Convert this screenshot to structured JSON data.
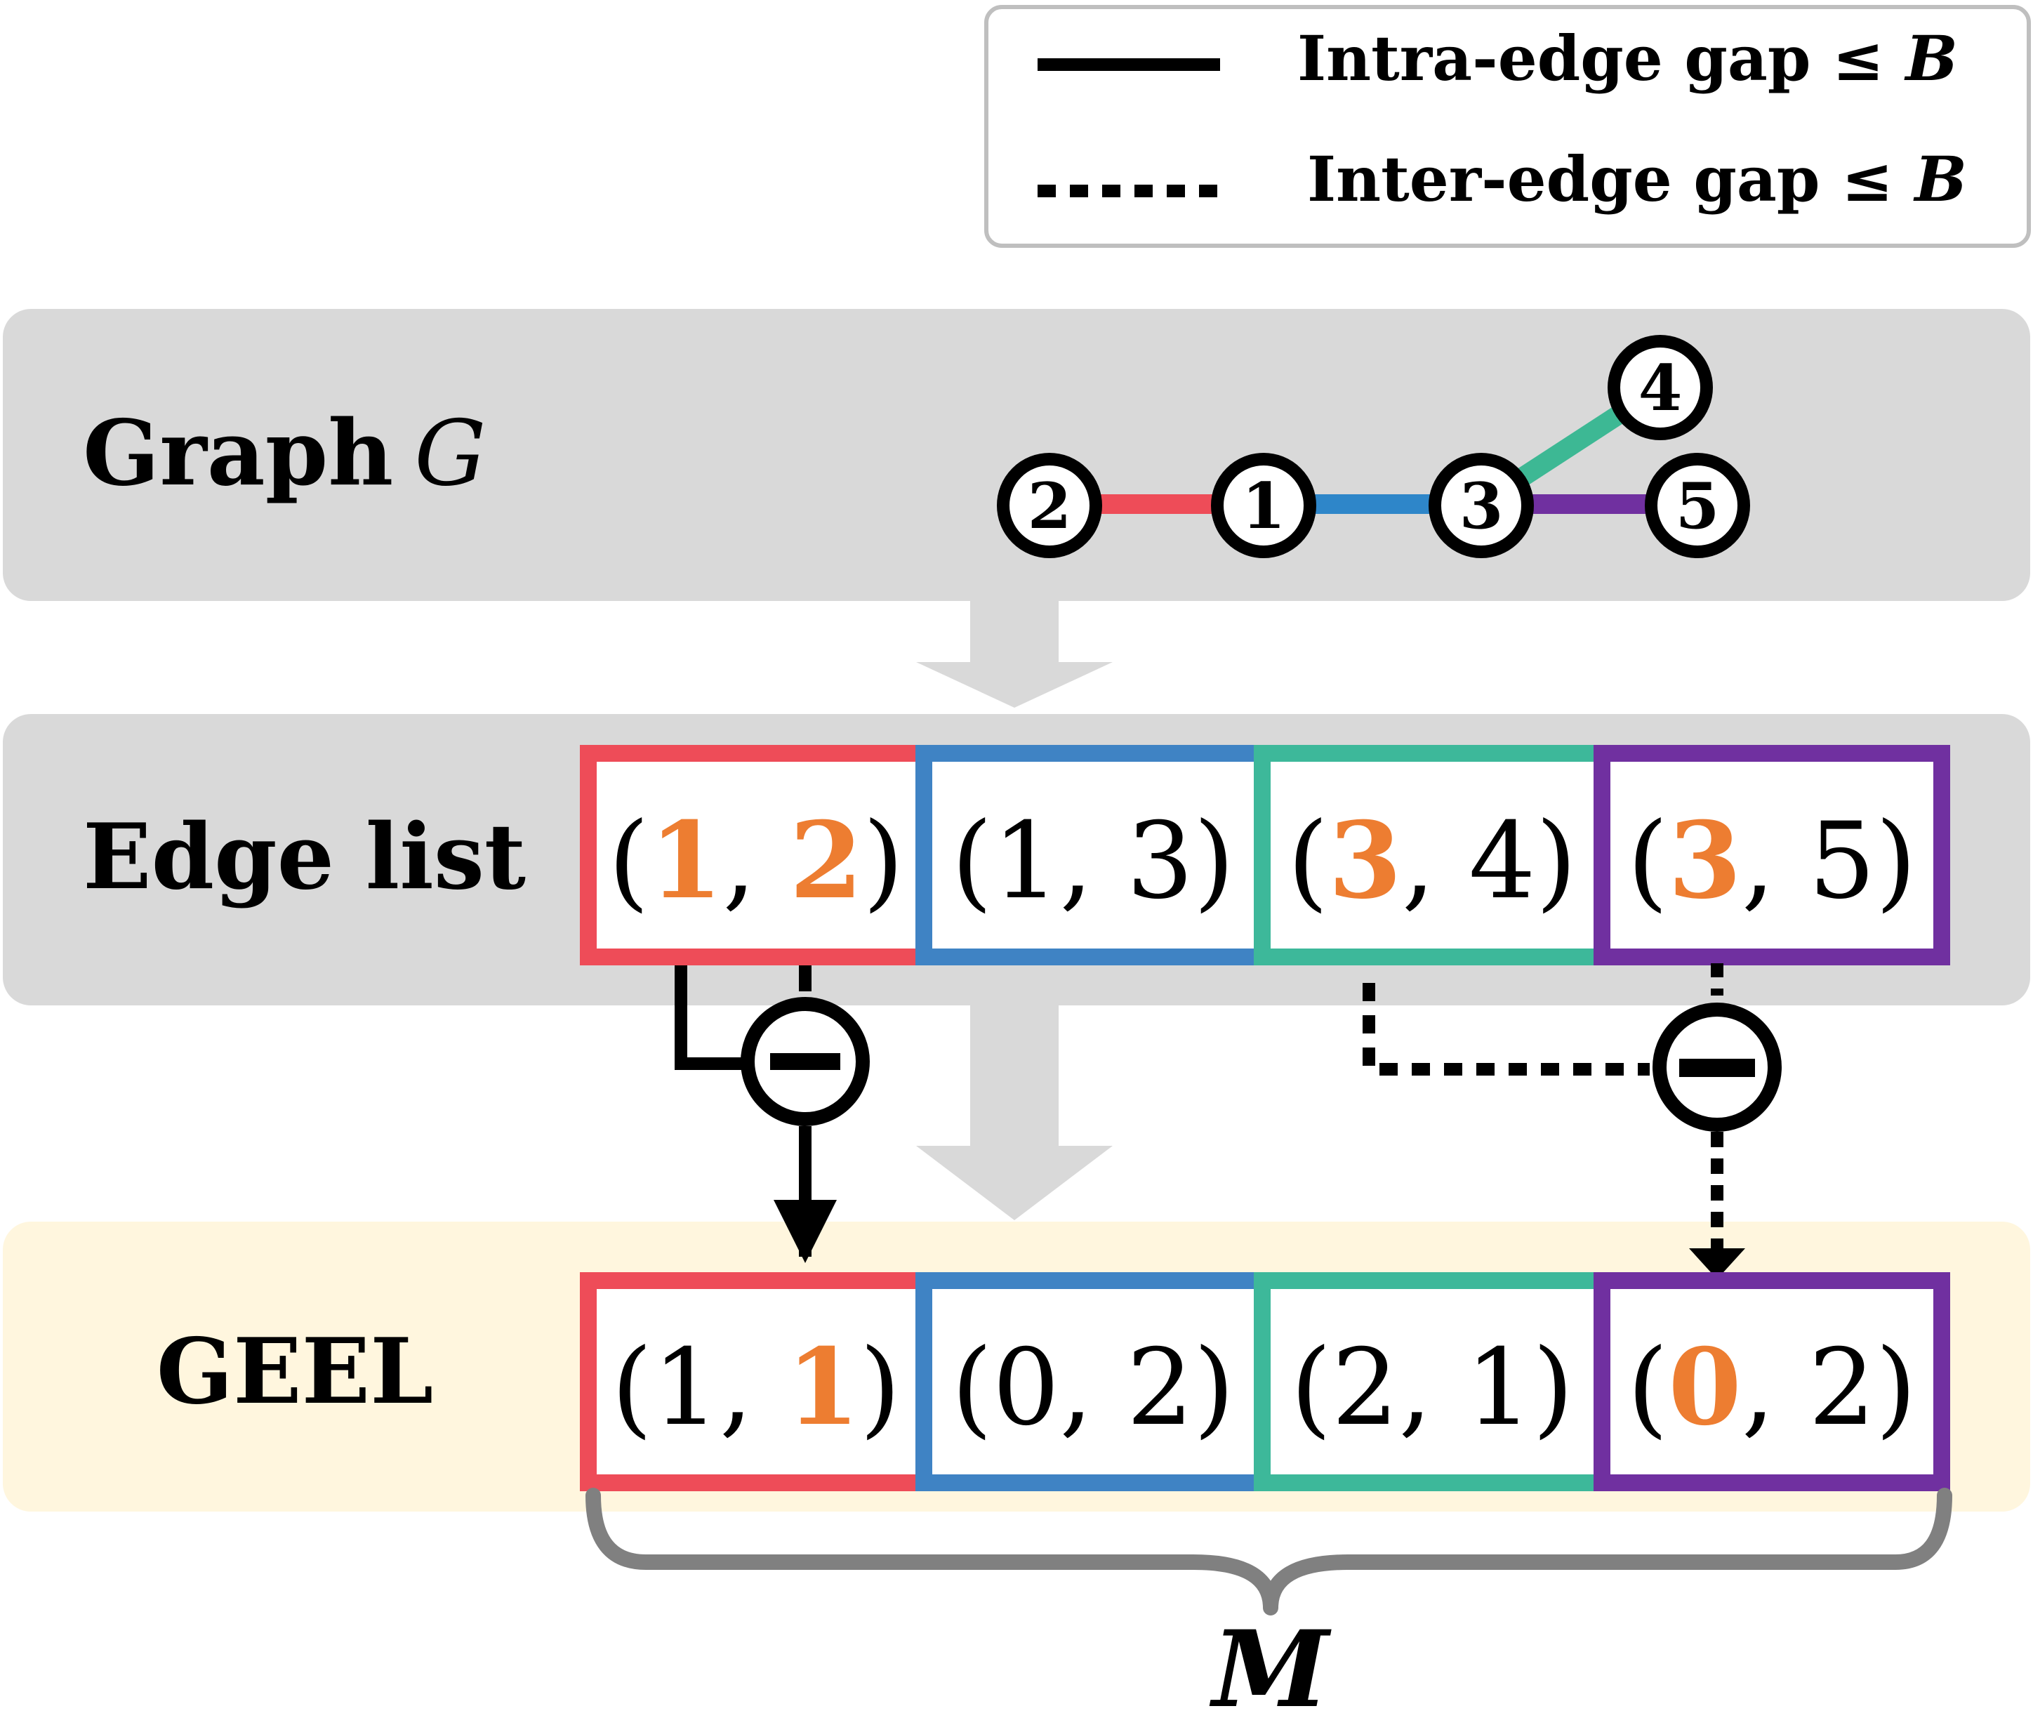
{
  "legend": {
    "intra_label": "Intra-edge gap ≤ ",
    "inter_label": "Inter-edge gap ≤ ",
    "bound_symbol": "B"
  },
  "graph": {
    "title_word": "Graph",
    "title_symbol": "G",
    "nodes": [
      "2",
      "1",
      "3",
      "4",
      "5"
    ],
    "edges": [
      {
        "from": "2",
        "to": "1",
        "color": "#EE4C58"
      },
      {
        "from": "1",
        "to": "3",
        "color": "#2E86C9"
      },
      {
        "from": "3",
        "to": "4",
        "color": "#3DB894"
      },
      {
        "from": "3",
        "to": "5",
        "color": "#7030A0"
      }
    ]
  },
  "edge_list": {
    "title": "Edge list",
    "cells": [
      {
        "open": "(",
        "a": "1",
        "sep": ", ",
        "b": "2",
        "close": ")",
        "a_highlight": true,
        "b_highlight": true,
        "border": "#EE4C58"
      },
      {
        "open": "(",
        "a": "1",
        "sep": ", ",
        "b": "3",
        "close": ")",
        "a_highlight": false,
        "b_highlight": false,
        "border": "#3F83C4"
      },
      {
        "open": "(",
        "a": "3",
        "sep": ", ",
        "b": "4",
        "close": ")",
        "a_highlight": true,
        "b_highlight": false,
        "border": "#3DB89A"
      },
      {
        "open": "(",
        "a": "3",
        "sep": ", ",
        "b": "5",
        "close": ")",
        "a_highlight": true,
        "b_highlight": false,
        "border": "#7030A0"
      }
    ]
  },
  "geel": {
    "title": "GEEL",
    "cells": [
      {
        "open": "(",
        "a": "1",
        "sep": ", ",
        "b": "1",
        "close": ")",
        "a_highlight": false,
        "b_highlight": true,
        "border": "#EE4C58"
      },
      {
        "open": "(",
        "a": "0",
        "sep": ", ",
        "b": "2",
        "close": ")",
        "a_highlight": false,
        "b_highlight": false,
        "border": "#3F83C4"
      },
      {
        "open": "(",
        "a": "2",
        "sep": ", ",
        "b": "1",
        "close": ")",
        "a_highlight": false,
        "b_highlight": false,
        "border": "#3DB89A"
      },
      {
        "open": "(",
        "a": "0",
        "sep": ", ",
        "b": "2",
        "close": ")",
        "a_highlight": true,
        "b_highlight": false,
        "border": "#7030A0"
      }
    ],
    "brace_label": "M"
  },
  "operators": {
    "minus_symbol": "−"
  },
  "colors": {
    "highlight": "#ED7D31",
    "panel_gray": "#D9D9D9",
    "panel_yellow": "#FFF6DE",
    "arrow_gray": "#D9D9D9",
    "brace_gray": "#808080",
    "red": "#EE4C58",
    "blue": "#3F83C4",
    "teal": "#3DB89A",
    "purple": "#7030A0"
  }
}
